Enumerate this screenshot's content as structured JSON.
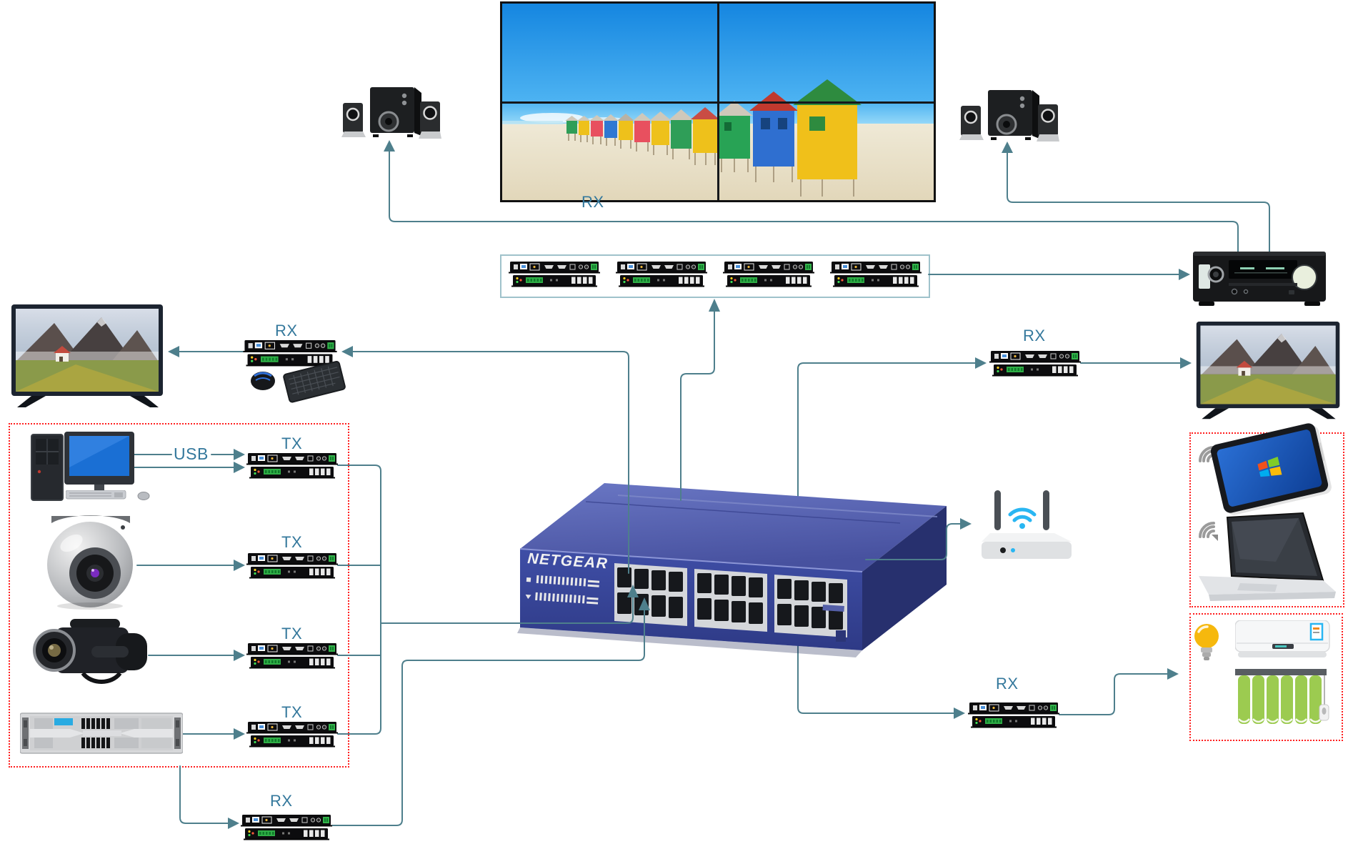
{
  "labels": {
    "rx": "RX",
    "tx": "TX",
    "usb": "USB"
  },
  "switch": {
    "brand": "NETGEAR"
  },
  "colors": {
    "connector": "#4e7f8c",
    "label_text": "#34789c",
    "source_group_border": "#ff1f1f",
    "wireless_group_border": "#ff1f1f",
    "smart_home_group_border": "#ff1f1f",
    "rx_group_border": "#9fc2cb",
    "switch_top": "#5a68b5",
    "switch_front": "#3b4aa0",
    "switch_side": "#27306e",
    "wifi_blue": "#29b6f2",
    "curtain_green": "#9ccb50",
    "bulb_yellow": "#f6b80d",
    "tv_screen_blue": "#1a6fd4",
    "video_wall_sky": "#1b8fe8"
  }
}
